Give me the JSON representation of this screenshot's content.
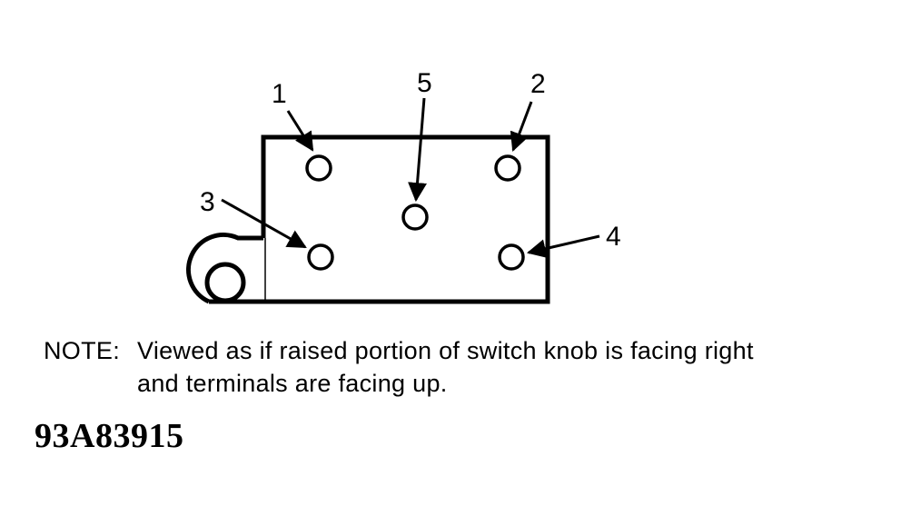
{
  "terminals": [
    {
      "id": "1",
      "label": "1"
    },
    {
      "id": "2",
      "label": "2"
    },
    {
      "id": "3",
      "label": "3"
    },
    {
      "id": "4",
      "label": "4"
    },
    {
      "id": "5",
      "label": "5"
    }
  ],
  "note": {
    "label": "NOTE:",
    "line1": "Viewed as if raised portion of switch knob is facing right",
    "line2": "and terminals are facing up."
  },
  "figure_id": "93A83915"
}
